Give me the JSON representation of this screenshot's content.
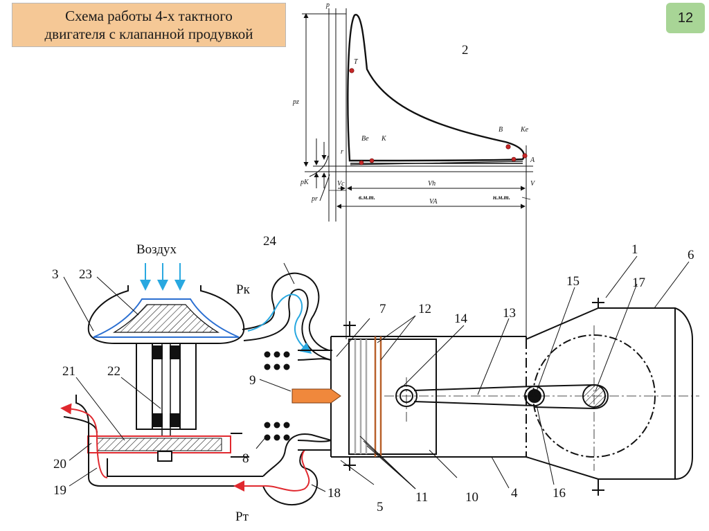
{
  "header": {
    "title_line1": "Схема работы 4-х тактного",
    "title_line2": "двигателя с клапанной продувкой",
    "slide_number": "12"
  },
  "diagram": {
    "air_label": "Воздух",
    "pk_label": "Pк",
    "pt_label": "Pт",
    "part_numbers": [
      "1",
      "2",
      "3",
      "4",
      "5",
      "6",
      "7",
      "8",
      "9",
      "10",
      "11",
      "12",
      "13",
      "14",
      "15",
      "16",
      "17",
      "18",
      "19",
      "20",
      "21",
      "22",
      "23",
      "24"
    ]
  },
  "pv_chart": {
    "p_axis": "p",
    "pz": "pz",
    "pk": "pK",
    "pr": "pr",
    "v_axis": "V",
    "vc": "Vc",
    "vh": "Vh",
    "va": "VA",
    "tdc": "в.м.т.",
    "bdc": "н.м.т.",
    "points": {
      "T": "T",
      "B": "B",
      "Ke": "Ke",
      "Be": "Be",
      "K": "K",
      "r": "r",
      "A": "A"
    }
  },
  "colors": {
    "title_bg": "#f5c896",
    "slide_num_bg": "#a8d596",
    "air_flow": "#29a8e0",
    "exhaust_flow": "#e0282e",
    "injector": "#f0883c",
    "ring_copper": "#b8602a"
  }
}
